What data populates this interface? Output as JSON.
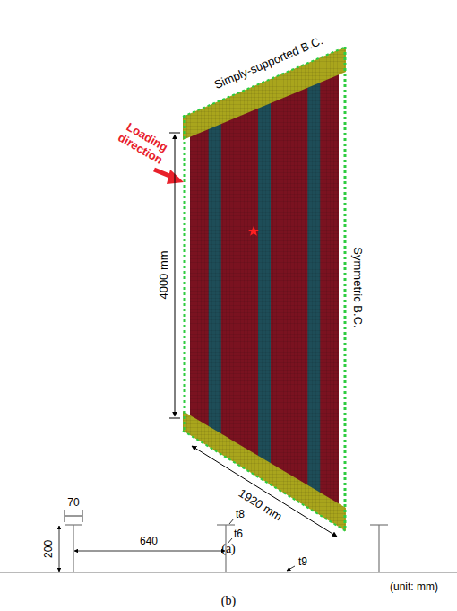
{
  "diagram": {
    "labels": [
      "Simply-supported B.C.",
      "Loading direction",
      "4000 mm",
      "Symmetric B.C.",
      "1920 mm",
      "(a)",
      "70",
      "t8",
      "200",
      "t6",
      "640",
      "t9",
      "(unit: mm)",
      "(b)"
    ]
  }
}
